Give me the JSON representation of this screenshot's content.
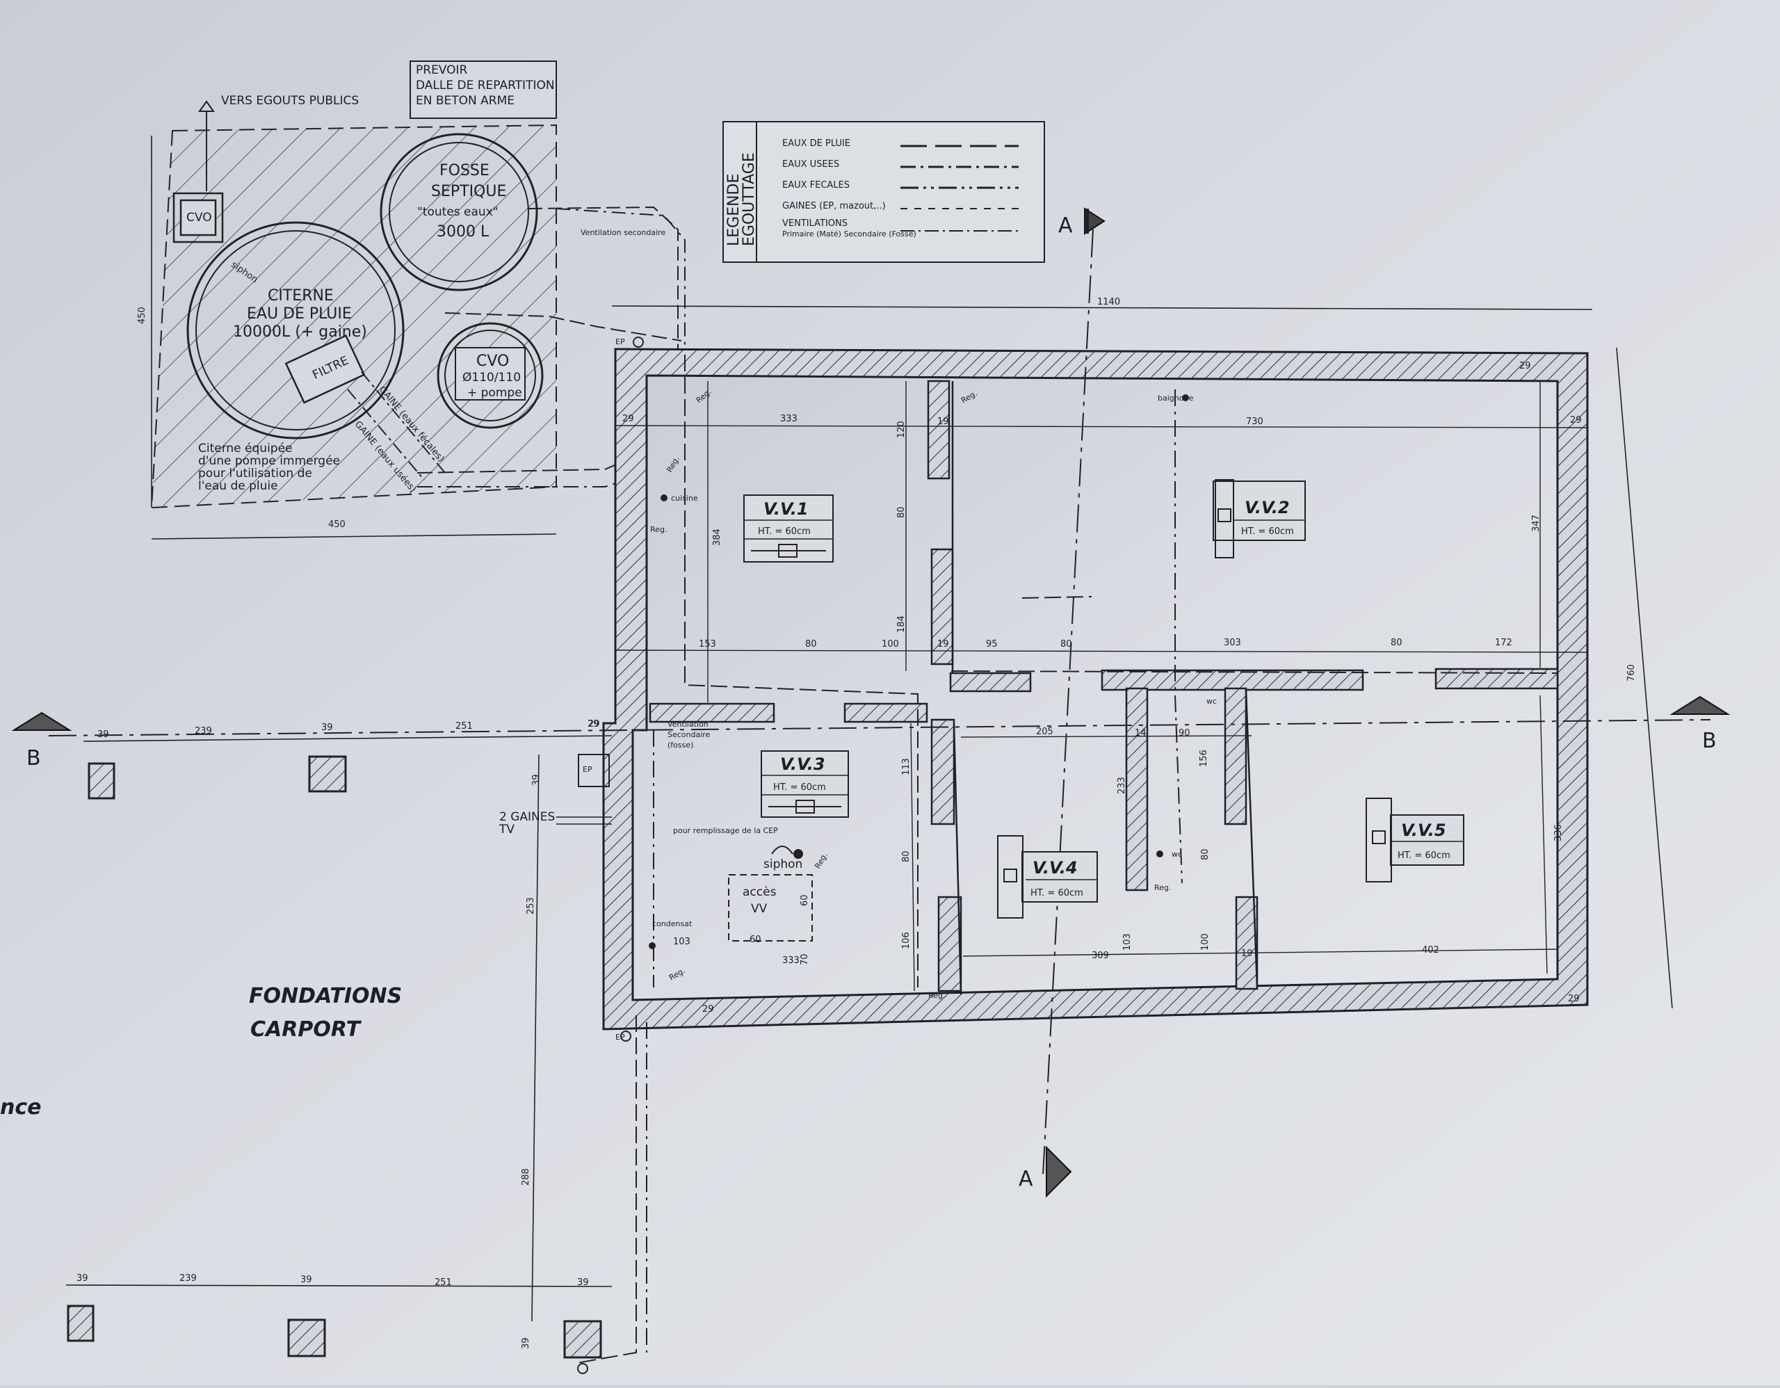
{
  "plan": {
    "title_line1": "FONDATIONS",
    "title_line2": "CARPORT",
    "cut_text": "nce",
    "sections": {
      "a": "A",
      "b": "B"
    }
  },
  "legend": {
    "heading_line1": "LEGENDE",
    "heading_line2": "EGOUTTAGE",
    "rows": [
      {
        "label": "EAUX DE PLUIE",
        "sub": ""
      },
      {
        "label": "EAUX USEES",
        "sub": ""
      },
      {
        "label": "EAUX FECALES",
        "sub": ""
      },
      {
        "label": "GAINES (EP, mazout,..)",
        "sub": ""
      },
      {
        "label": "VENTILATIONS",
        "sub": "Primaire (Maté) Secondaire (Fosse)"
      }
    ]
  },
  "site": {
    "prevoir_l1": "PREVOIR",
    "prevoir_l2": "DALLE DE REPARTITION",
    "prevoir_l3": "EN BETON ARME",
    "egouts": "VERS EGOUTS PUBLICS",
    "fosse_l1": "FOSSE",
    "fosse_l2": "SEPTIQUE",
    "fosse_l3": "\"toutes eaux\"",
    "fosse_l4": "3000 L",
    "citerne_l1": "CITERNE",
    "citerne_l2": "EAU DE PLUIE",
    "citerne_l3": "10000L (+ gaine)",
    "filtre": "FILTRE",
    "cvo1": "CVO",
    "cvo2_l1": "CVO",
    "cvo2_l2": "Ø110/110",
    "cvo2_l3": "+ pompe",
    "siphon": "siphon",
    "gaine1": "GAINE (eaux fécales)",
    "gaine2": "GAINE (eaux usées)",
    "note_l1": "Citerne équipée",
    "note_l2": "d'une pompe immergée",
    "note_l3": "pour l'utilisation de",
    "note_l4": "l'eau de pluie",
    "ventilation": "Ventilation secondaire",
    "dim_450a": "450",
    "dim_450b": "450"
  },
  "rooms": [
    {
      "name": "V.V.1",
      "ht": "HT. = 60cm"
    },
    {
      "name": "V.V.2",
      "ht": "HT. = 60cm"
    },
    {
      "name": "V.V.3",
      "ht": "HT. = 60cm"
    },
    {
      "name": "V.V.4",
      "ht": "HT. = 60cm"
    },
    {
      "name": "V.V.5",
      "ht": "HT. = 60cm"
    }
  ],
  "annotations": {
    "ep": "EP",
    "reg": "Reg.",
    "cuisine": "cuisine",
    "baignoire": "baignoire",
    "wc": "wc",
    "siphon": "siphon",
    "acces_l1": "accès",
    "acces_l2": "VV",
    "condensat": "condensat",
    "remplissage": "pour remplissage de la CEP",
    "vent2_l1": "Ventilation",
    "vent2_l2": "Secondaire",
    "vent2_l3": "(fosse)",
    "gaines_tv_l1": "2 GAINES",
    "gaines_tv_l2": "TV"
  },
  "dims": {
    "d1140": "1140",
    "d333": "333",
    "d730": "730",
    "d29": "29",
    "d120": "120",
    "d384": "384",
    "d80": "80",
    "d184": "184",
    "d153": "153",
    "d100": "100",
    "d19": "19",
    "d95": "95",
    "d303": "303",
    "d172": "172",
    "d347": "347",
    "d760": "760",
    "d205": "205",
    "d14": "14",
    "d90": "90",
    "d156": "156",
    "d233": "233",
    "d113": "113",
    "d106": "106",
    "d309": "309",
    "d103": "103",
    "d402": "402",
    "d336": "336",
    "d60": "60",
    "d70": "70",
    "d39": "39",
    "d239": "239",
    "d251": "251",
    "d253": "253",
    "d288": "288"
  }
}
